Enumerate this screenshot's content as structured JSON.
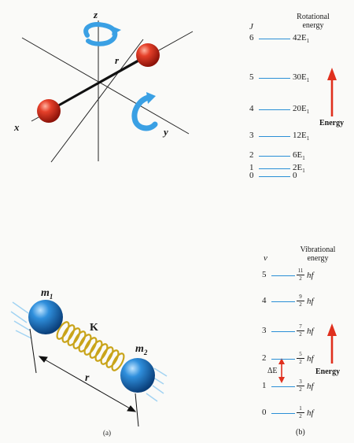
{
  "colors": {
    "level_line": "#2a8fd6",
    "arrow": "#e0301e",
    "atom_red": "#d8281a",
    "atom_blue": "#1f7fd0",
    "spring": "#c9a41a"
  },
  "molecule_rot": {
    "axis_x": "x",
    "axis_y": "y",
    "axis_z": "z",
    "bond": "r"
  },
  "rotational": {
    "col_label": "J",
    "header": [
      "Rotational",
      "energy"
    ],
    "energy_label": "Energy",
    "levels": [
      {
        "n": "6",
        "value": "42E",
        "sub": "1"
      },
      {
        "n": "5",
        "value": "30E",
        "sub": "1"
      },
      {
        "n": "4",
        "value": "20E",
        "sub": "1"
      },
      {
        "n": "3",
        "value": "12E",
        "sub": "1"
      },
      {
        "n": "2",
        "value": "6E",
        "sub": "1"
      },
      {
        "n": "1",
        "value": "2E",
        "sub": "1"
      },
      {
        "n": "0",
        "value": "0",
        "sub": ""
      }
    ]
  },
  "molecule_vib": {
    "m1": "m",
    "m1_sub": "1",
    "m2": "m",
    "m2_sub": "2",
    "spring": "K",
    "bond": "r",
    "panel_label": "(a)"
  },
  "vibrational": {
    "col_label": "v",
    "header": [
      "Vibrational",
      "energy"
    ],
    "energy_label": "Energy",
    "delta": "ΔE",
    "hf": "hf",
    "panel_label": "(b)",
    "levels": [
      {
        "n": "5",
        "num": "11",
        "den": "2"
      },
      {
        "n": "4",
        "num": "9",
        "den": "2"
      },
      {
        "n": "3",
        "num": "7",
        "den": "2"
      },
      {
        "n": "2",
        "num": "5",
        "den": "2"
      },
      {
        "n": "1",
        "num": "3",
        "den": "2"
      },
      {
        "n": "0",
        "num": "1",
        "den": "2"
      }
    ]
  }
}
